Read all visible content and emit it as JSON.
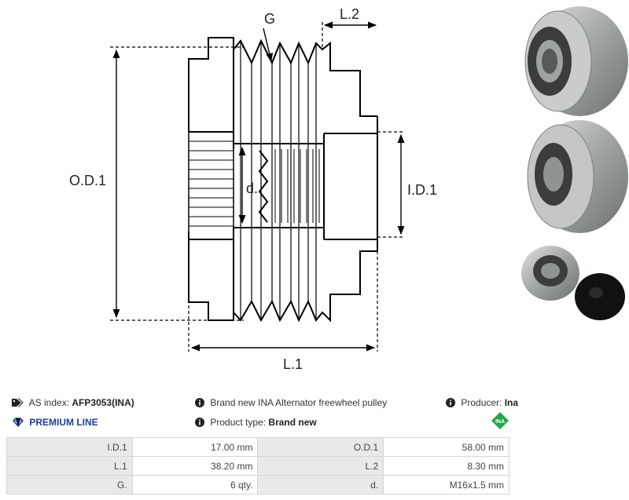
{
  "diagram": {
    "labels": {
      "g": "G",
      "l2": "L.2",
      "od1": "O.D.1",
      "d": "d.",
      "id1": "I.D.1",
      "l1": "L.1"
    }
  },
  "info": {
    "as_index_label": "AS index:",
    "as_index_value": "AFP3053(INA)",
    "premium_line": "PREMIUM LINE",
    "description": "Brand new INA Alternator freewheel pulley",
    "product_type_label": "Product type:",
    "product_type_value": "Brand new",
    "producer_label": "Producer:",
    "producer_value": "Ina",
    "producer_logo_text": "INA"
  },
  "specs": [
    {
      "label1": "I.D.1",
      "value1": "17.00 mm",
      "label2": "O.D.1",
      "value2": "58.00 mm"
    },
    {
      "label1": "L.1",
      "value1": "38.20 mm",
      "label2": "L.2",
      "value2": "8.30 mm"
    },
    {
      "label1": "G.",
      "value1": "6 qty.",
      "label2": "d.",
      "value2": "M16x1.5 mm"
    }
  ],
  "colors": {
    "premium": "#1f3f8f",
    "ina_logo": "#2aa14a",
    "table_label_bg": "#e9e9e9",
    "table_border": "#d5d5d5"
  },
  "icons": [
    "tags-icon",
    "diamond-icon",
    "info-icon"
  ]
}
